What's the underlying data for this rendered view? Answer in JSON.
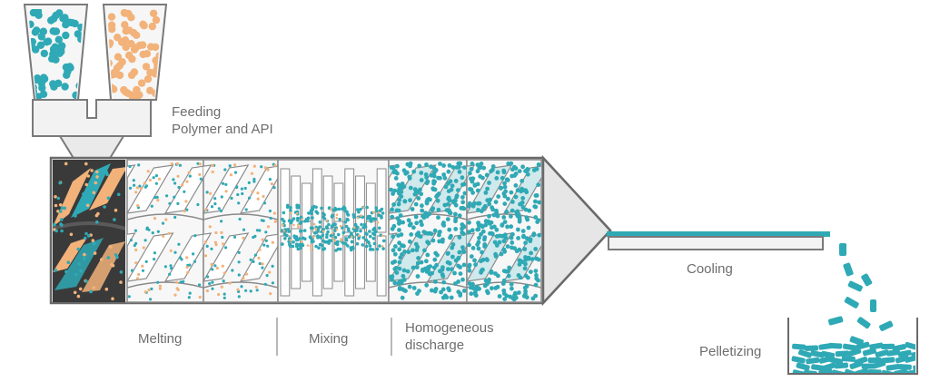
{
  "labels": {
    "feeding_line1": "Feeding",
    "feeding_line2": "Polymer and API",
    "melting": "Melting",
    "mixing": "Mixing",
    "homogeneous_line1": "Homogeneous",
    "homogeneous_line2": "discharge",
    "cooling": "Cooling",
    "pelletizing": "Pelletizing"
  },
  "colors": {
    "polymer": "#2fa9b5",
    "api": "#f2b27a",
    "barrel_outline": "#6a6a6a",
    "barrel_fill": "#f4f4f4",
    "feed_zone": "#3a3a3a",
    "label_text": "#6d6d6d"
  }
}
